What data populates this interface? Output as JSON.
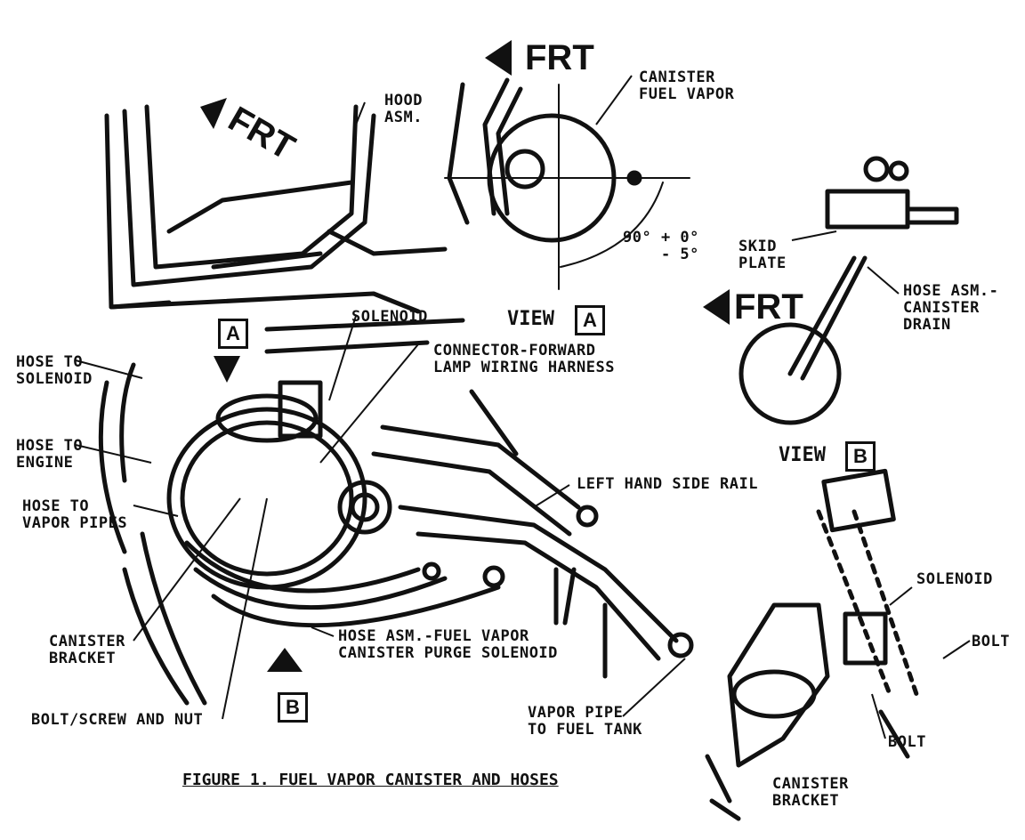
{
  "caption": "FIGURE 1. FUEL VAPOR CANISTER AND HOSES",
  "frt_labels": {
    "main": "FRT",
    "view_a": "FRT",
    "view_b": "FRT"
  },
  "view_a": {
    "label": "VIEW",
    "letter": "A",
    "canister": "CANISTER\nFUEL VAPOR",
    "angle": "90° + 0°\n    - 5°"
  },
  "view_b": {
    "label": "VIEW",
    "letter": "B",
    "skid_plate": "SKID\nPLATE",
    "hose_drain": "HOSE ASM.-\nCANISTER\nDRAIN",
    "solenoid": "SOLENOID",
    "bolt1": "BOLT",
    "bolt2": "BOLT",
    "bracket": "CANISTER\nBRACKET"
  },
  "main": {
    "hood": "HOOD\nASM.",
    "solenoid": "SOLENOID",
    "connector": "CONNECTOR-FORWARD\nLAMP WIRING HARNESS",
    "hose_solenoid": "HOSE TO\nSOLENOID",
    "hose_engine": "HOSE TO\nENGINE",
    "hose_vapor": "HOSE TO\nVAPOR PIPES",
    "left_rail": "LEFT HAND SIDE RAIL",
    "canister_bracket": "CANISTER\nBRACKET",
    "hose_purge": "HOSE ASM.-FUEL VAPOR\nCANISTER PURGE SOLENOID",
    "bolt_screw": "BOLT/SCREW AND NUT",
    "vapor_pipe": "VAPOR PIPE\nTO FUEL TANK",
    "marker_a": "A",
    "marker_b": "B"
  }
}
